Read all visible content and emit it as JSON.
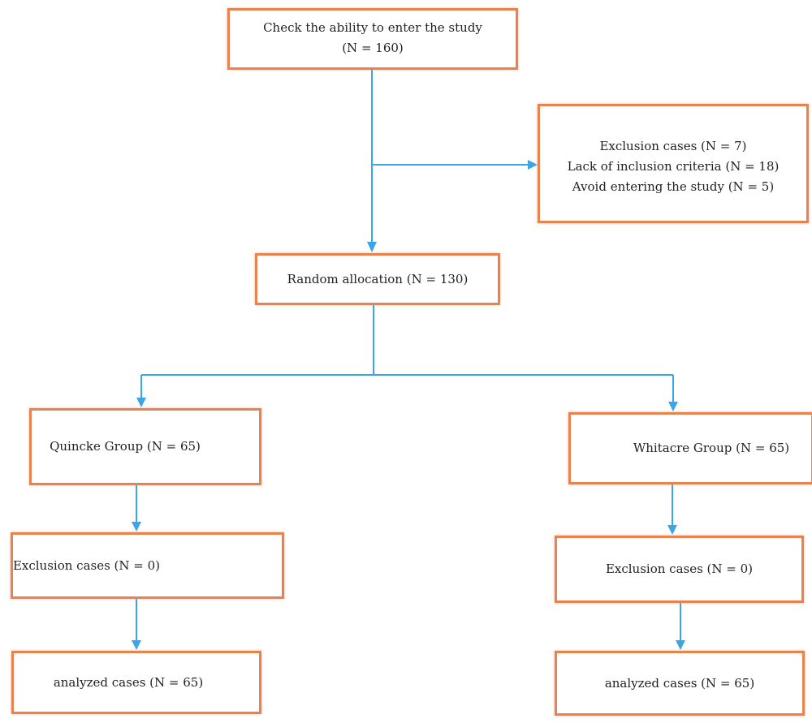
{
  "flowchart": {
    "screening": {
      "line1": "Check the ability to enter the study",
      "line2": "(N = 160)"
    },
    "excluded": {
      "line1": "Exclusion cases (N = 7)",
      "line2": "Lack of inclusion criteria (N = 18)",
      "line3": "Avoid entering the study (N = 5)"
    },
    "random": {
      "label": "Random allocation (N = 130)"
    },
    "quincke": {
      "group": "Quincke Group (N = 65)",
      "exclusion": "Exclusion cases (N = 0)",
      "analyzed": "analyzed cases (N = 65)"
    },
    "whitacre": {
      "group": "Whitacre Group (N = 65)",
      "exclusion": "Exclusion cases (N = 0)",
      "analyzed": "analyzed cases (N = 65)"
    },
    "colors": {
      "box_border": "#e8834f",
      "arrow": "#3aa6e8",
      "text": "#222222"
    }
  }
}
